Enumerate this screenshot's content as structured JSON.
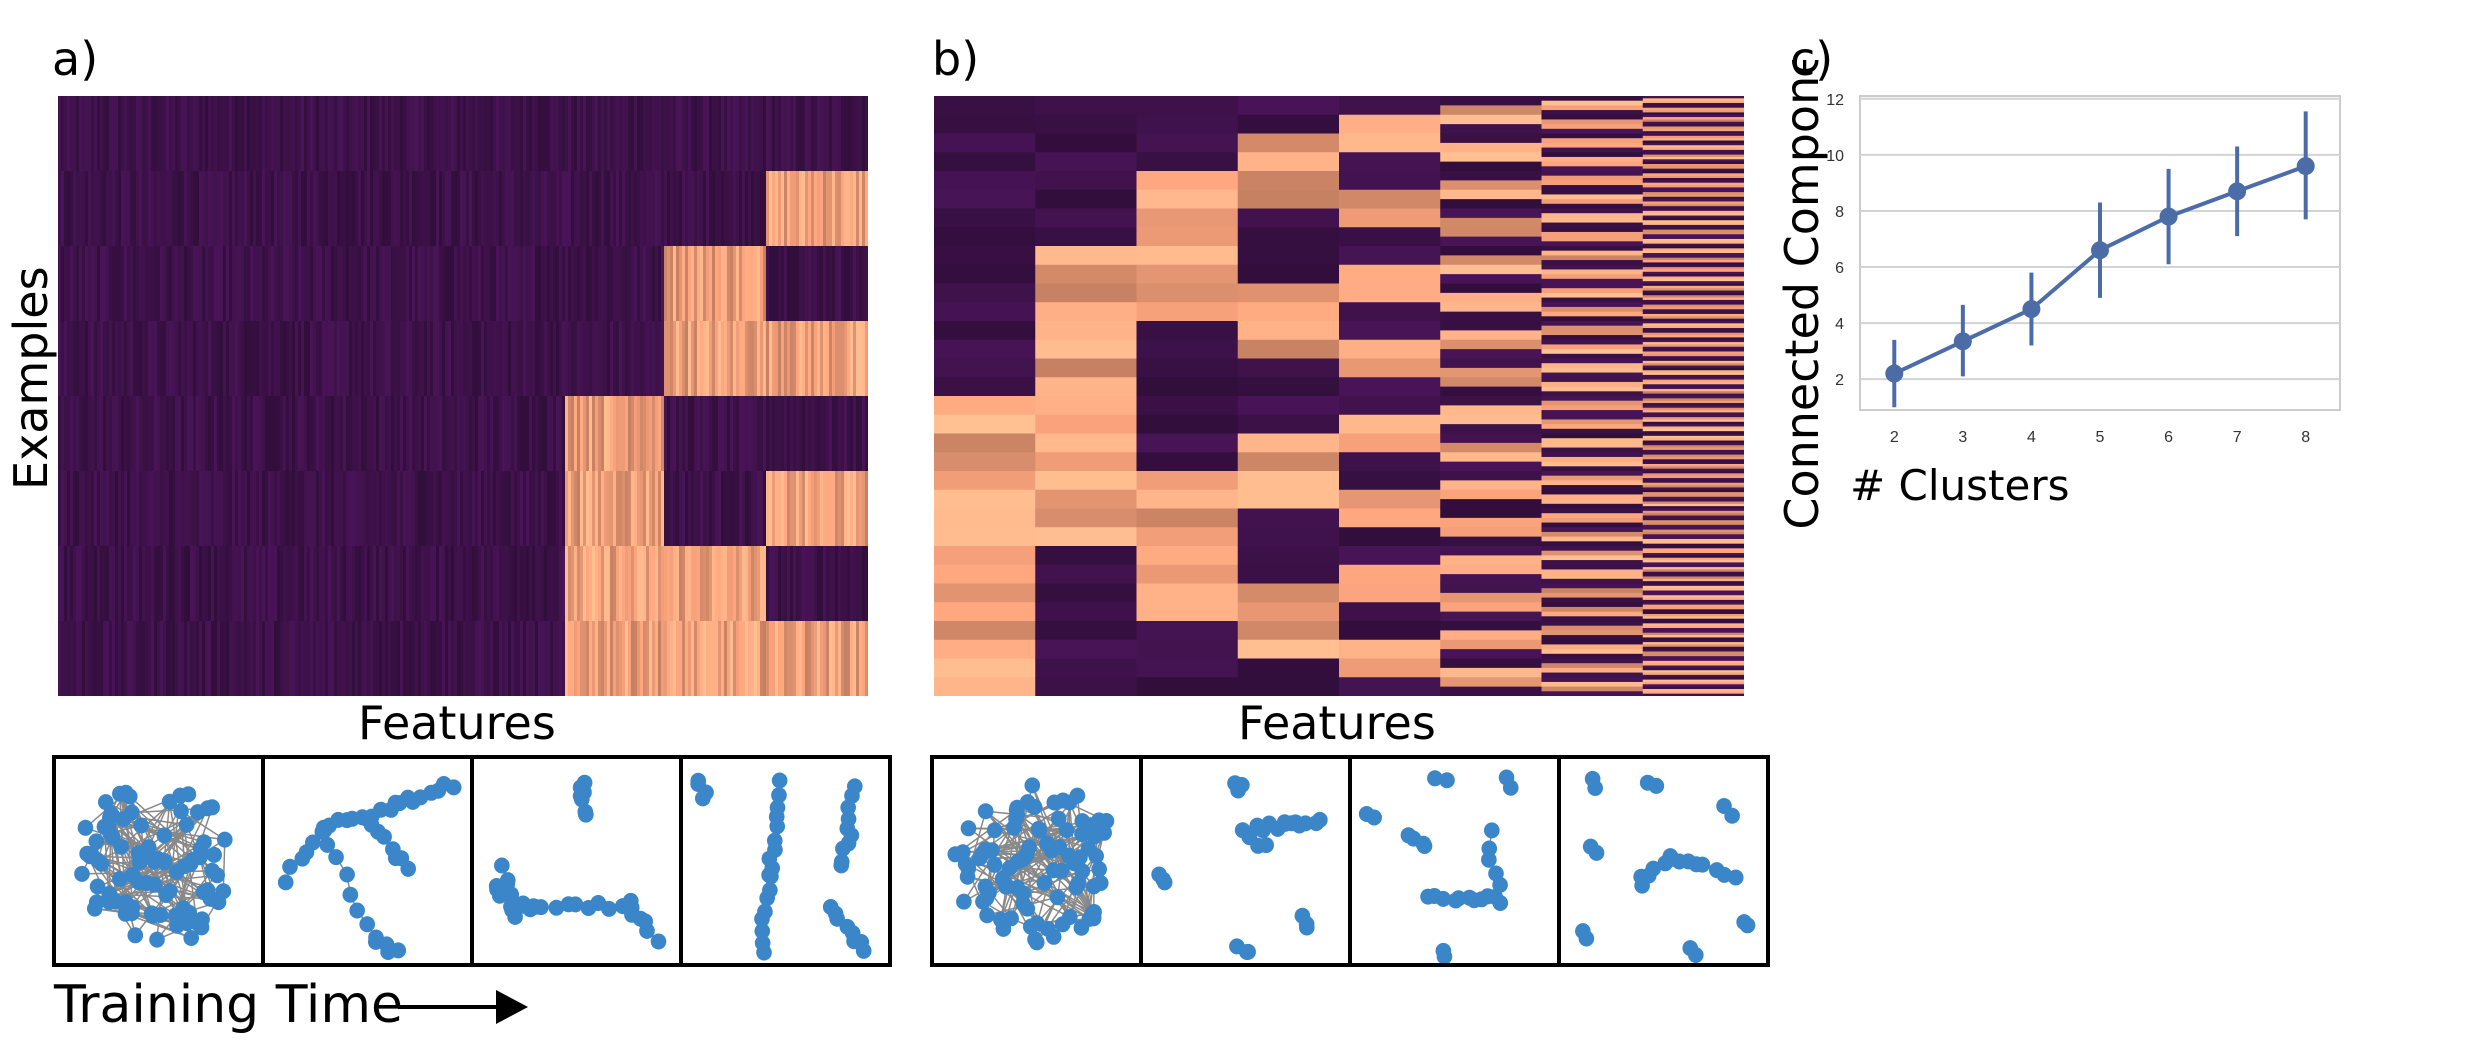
{
  "panels": {
    "a_label": "a)",
    "b_label": "b)",
    "c_label": "c)"
  },
  "heatmap_a": {
    "ylabel": "Examples",
    "xlabel": "Features"
  },
  "heatmap_b": {
    "xlabel": "Features"
  },
  "training": {
    "label": "Training Time"
  },
  "colors": {
    "dark": "#3d1149",
    "light": "#f5a07a",
    "node": "#3a86c8",
    "edge": "#888888",
    "line": "#4c6ca8",
    "grid": "#d3d3d3"
  },
  "chart_data": {
    "type": "line",
    "xlabel": "# Clusters",
    "ylabel": "Connected Components",
    "x": [
      2,
      3,
      4,
      5,
      6,
      7,
      8
    ],
    "series": [
      {
        "values": [
          2.2,
          3.35,
          4.5,
          6.6,
          7.8,
          8.7,
          9.6
        ],
        "error_low": [
          1.0,
          2.1,
          3.2,
          4.9,
          6.1,
          7.1,
          7.7
        ],
        "error_high": [
          3.4,
          4.65,
          5.8,
          8.3,
          9.5,
          10.3,
          11.55
        ]
      }
    ],
    "ylim": [
      0.9,
      12.1
    ],
    "yticks": [
      2,
      4,
      6,
      8,
      10,
      12
    ],
    "xticks": [
      2,
      3,
      4,
      5,
      6,
      7,
      8
    ],
    "grid": true
  }
}
